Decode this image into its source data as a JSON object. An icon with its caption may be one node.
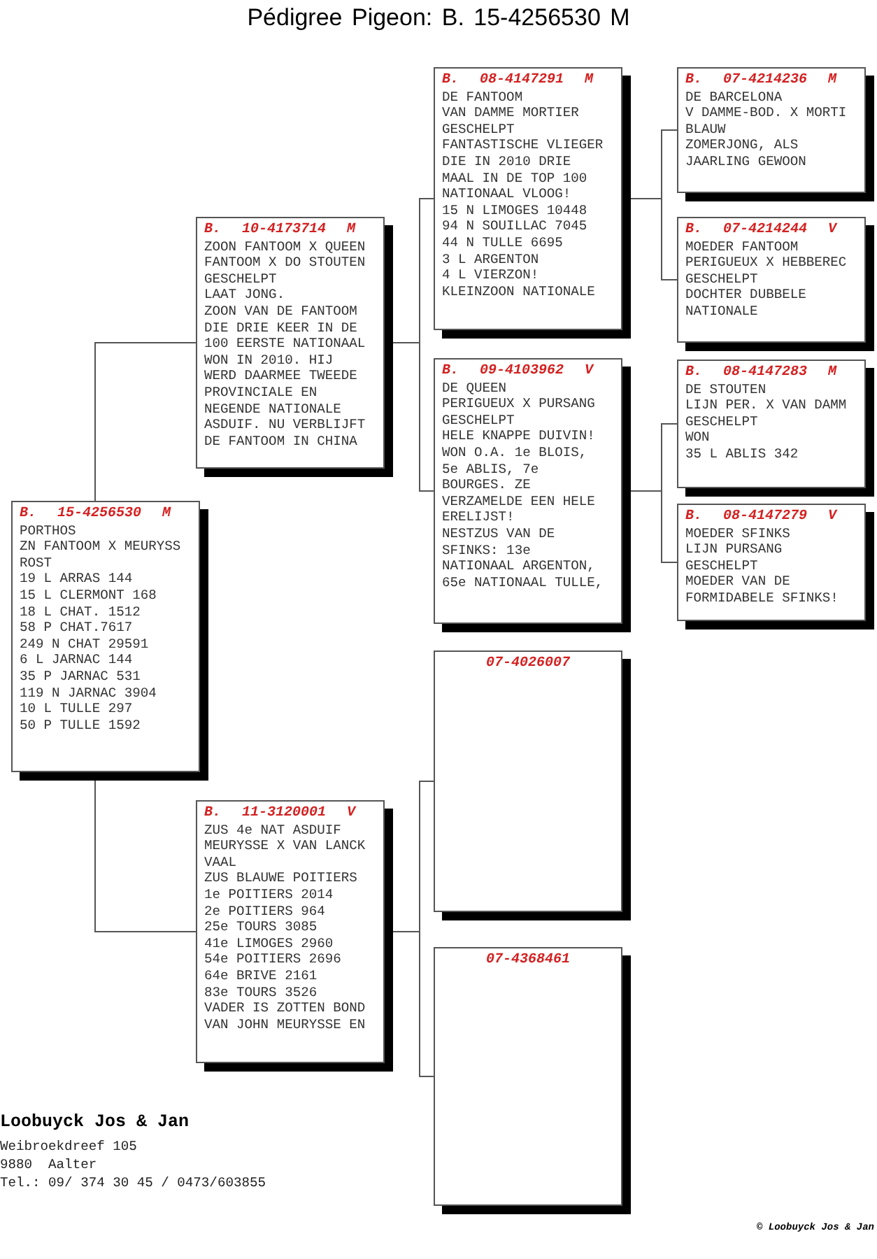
{
  "diagram": {
    "title": "Pédigree Pigeon: B. 15-4256530 M",
    "nodes": [
      {
        "text": [
          "B. 15-4256530 M",
          "PORTHOS",
          "ZN FANTOOM X MEURYSS ROST",
          "19 L ARRAS 144",
          "15 L CLERMONT 168",
          "18 L CHAT. 1512",
          "58 P CHAT.7617",
          "249 N CHAT 29591",
          "6 L JARNAC 144",
          "35 P JARNAC 531",
          "119 N JARNAC 3904",
          "10 L TULLE 297",
          "50 P TULLE 1592"
        ]
      },
      {
        "text": [
          "B. 10-4173714 M",
          "ZOON FANTOOM X QUEEN FANTOOM X DO STOUTEN",
          "GESCHELPT",
          "LAAT JONG.",
          "ZOON VAN DE FANTOOM DIE DRIE KEER IN DE 100 EERSTE NATIONAAL WON IN 2010. HIJ WERD DAARMEE TWEEDE PROVINCIALE EN NEGENDE NATIONALE ASDUIF. NU VERBLIJFT DE FANTOOM IN CHINA"
        ]
      },
      {
        "text": [
          "B. 11-3120001 V",
          "ZUS 4e NAT ASDUIF",
          "MEURYSSE X VAN LANCK",
          "VAAL",
          "ZUS BLAUWE POITIERS",
          "1e POITIERS 2014",
          "2e POITIERS 964",
          "25e TOURS 3085",
          "41e LIMOGES 2960",
          "54e POITIERS 2696",
          "64e BRIVE 2161",
          "83e TOURS 3526",
          "VADER IS ZOTTEN BOND VAN JOHN MEURYSSE EN"
        ]
      },
      {
        "text": [
          "B. 08-4147291 M",
          "DE FANTOOM",
          "VAN DAMME MORTIER",
          "GESCHELPT",
          "FANTASTISCHE VLIEGER DIE IN 2010 DRIE MAAL IN DE TOP 100 NATIONAAL VLOOG!",
          "15 N LIMOGES 10448",
          "94 N SOUILLAC 7045",
          "44 N TULLE 6695",
          "3 L ARGENTON",
          "4 L VIERZON!",
          "KLEINZOON NATIONALE"
        ]
      },
      {
        "text": [
          "B. 09-4103962 V",
          "DE QUEEN",
          "PERIGUEUX X PURSANG",
          "GESCHELPT",
          "HELE KNAPPE DUIVIN!",
          "WON O.A. 1e BLOIS, 5e ABLIS, 7e BOURGES. ZE VERZAMELDE EEN HELE ERELIJST!",
          "NESTZUS VAN DE SFINKS: 13e NATIONAAL ARGENTON, 65e NATIONAAL TULLE,"
        ]
      },
      {
        "text": [
          "07-4026007"
        ]
      },
      {
        "text": [
          "07-4368461"
        ]
      },
      {
        "text": [
          "B. 07-4214236 M",
          "DE BARCELONA",
          "V DAMME-BOD. X MORTI",
          "BLAUW",
          "ZOMERJONG, ALS JAARLING GEWOON"
        ]
      },
      {
        "text": [
          "B. 07-4214244 V",
          "MOEDER FANTOOM",
          "PERIGUEUX X HEBBEREC",
          "GESCHELPT",
          "DOCHTER DUBBELE NATIONALE"
        ]
      },
      {
        "text": [
          "B. 08-4147283 M",
          "DE STOUTEN",
          "LIJN PER. X VAN DAMM",
          "GESCHELPT",
          "WON",
          "35 L ABLIS 342"
        ]
      },
      {
        "text": [
          "B. 08-4147279 V",
          "MOEDER SFINKS",
          "LIJN PURSANG",
          "GESCHELPT",
          "MOEDER VAN DE FORMIDABELE SFINKS!"
        ]
      }
    ],
    "edges": [
      {
        "from": 0,
        "to": 1,
        "arrow": "none"
      },
      {
        "from": 0,
        "to": 2,
        "arrow": "none"
      },
      {
        "from": 1,
        "to": 3,
        "arrow": "none"
      },
      {
        "from": 1,
        "to": 4,
        "arrow": "none"
      },
      {
        "from": 2,
        "to": 5,
        "arrow": "none"
      },
      {
        "from": 2,
        "to": 6,
        "arrow": "none"
      },
      {
        "from": 3,
        "to": 7,
        "arrow": "none"
      },
      {
        "from": 3,
        "to": 8,
        "arrow": "none"
      },
      {
        "from": 4,
        "to": 9,
        "arrow": "none"
      },
      {
        "from": 4,
        "to": 10,
        "arrow": "none"
      }
    ],
    "labels": [
      "Loobuyck Jos & Jan",
      "Weibroekdreef 105",
      "9880 Aalter",
      "Tel.: 09/ 374 30 45 / 0473/603855",
      "© Loobuyck Jos & Jan"
    ]
  }
}
